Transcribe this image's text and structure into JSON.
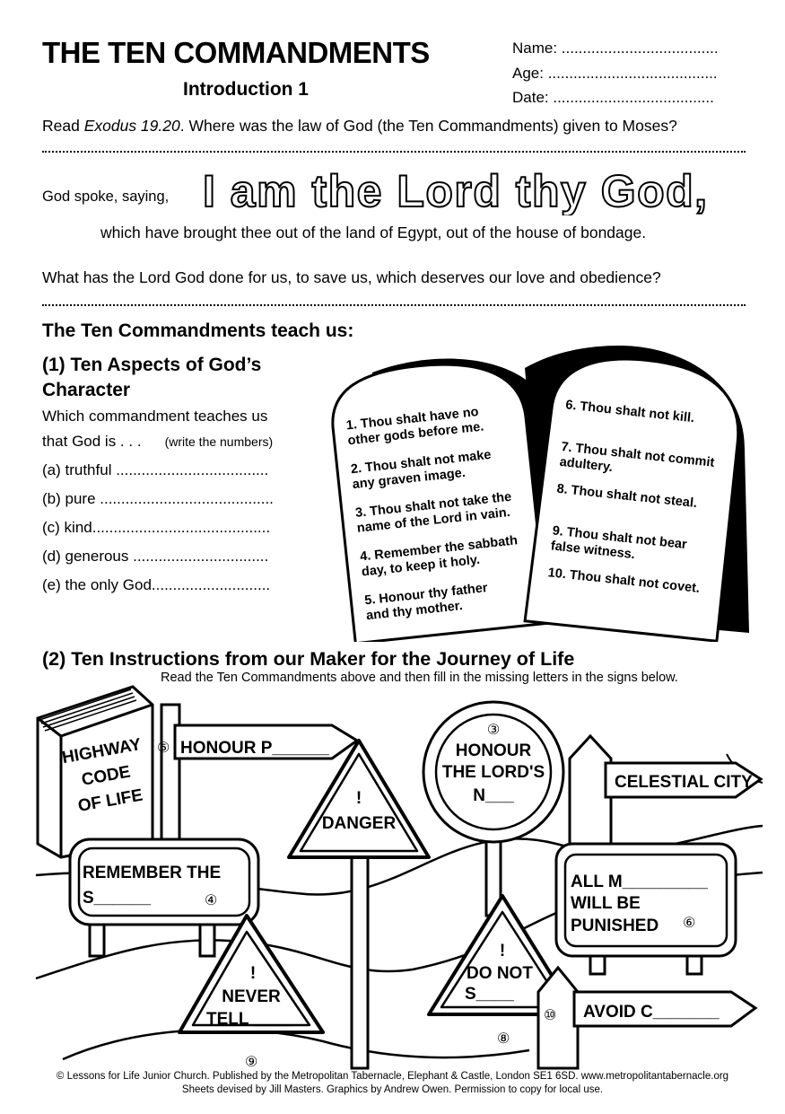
{
  "header": {
    "title": "THE TEN COMMANDMENTS",
    "subtitle": "Introduction 1",
    "name_label": "Name: .....................................",
    "age_label": "Age:  ........................................",
    "date_label": "Date:  ......................................"
  },
  "question1": {
    "prefix": "Read ",
    "reference": "Exodus 19.20",
    "rest": ". Where was the law of God (the Ten Commandments) given to Moses?"
  },
  "declaration": {
    "intro": "God spoke, saying,",
    "big": "I am the Lord thy God,",
    "continuation": "which have brought thee out of the land of Egypt, out of the house of bondage."
  },
  "question2": "What has the Lord God done for us, to save us, which deserves our love and obedience?",
  "section_heading": "The Ten Commandments teach us:",
  "part1": {
    "heading_line1": "(1) Ten Aspects of God’s",
    "heading_line2": "Character",
    "intro_line1": "Which commandment teaches us",
    "intro_line2": "that God is . . .",
    "intro_note": "(write the numbers)",
    "items": [
      "(a) truthful  ....................................",
      "(b) pure .........................................",
      "(c) kind..........................................",
      "(d) generous ................................",
      "(e) the only God............................"
    ]
  },
  "tablets": {
    "left": [
      [
        "1. Thou shalt have no",
        "other gods before me."
      ],
      [
        "2. Thou shalt not make",
        "any graven image."
      ],
      [
        "3. Thou shalt not take the",
        "name of the Lord in vain."
      ],
      [
        "4. Remember the sabbath",
        "day, to keep it holy."
      ],
      [
        "5. Honour thy father",
        "and thy mother."
      ]
    ],
    "right": [
      [
        "6. Thou shalt not kill."
      ],
      [
        "7. Thou shalt not commit",
        "adultery."
      ],
      [
        "8. Thou shalt not steal."
      ],
      [
        "9. Thou shalt not bear",
        "false witness."
      ],
      [
        "10. Thou shalt not covet."
      ]
    ]
  },
  "part2": {
    "heading": "(2) Ten Instructions from our Maker for the Journey of Life",
    "instruction": "Read the Ten Commandments above and then fill in the missing letters in the signs below."
  },
  "signs": {
    "book": [
      "HIGHWAY",
      "CODE",
      "OF LIFE"
    ],
    "honour_parents": "HONOUR P______",
    "honour_parents_num": "⑤",
    "danger": "DANGER",
    "honour_name": [
      "HONOUR",
      "THE LORD'S",
      "N___"
    ],
    "honour_name_num": "③",
    "celestial": "CELESTIAL CITY",
    "sabbath": [
      "REMEMBER THE",
      "S______"
    ],
    "sabbath_num": "④",
    "murderers": [
      "ALL M_________",
      "WILL BE",
      "PUNISHED"
    ],
    "murderers_num": "⑥",
    "never_tell": [
      "NEVER",
      "TELL ____"
    ],
    "never_tell_num": "⑨",
    "do_not": [
      "DO NOT",
      "S____"
    ],
    "do_not_num": "⑧",
    "avoid": "AVOID C_______",
    "avoid_num": "⑩",
    "exclaim": "!"
  },
  "footer": {
    "line1": "© Lessons for Life Junior Church. Published by the Metropolitan Tabernacle, Elephant & Castle, London SE1 6SD. www.metropolitantabernacle.org",
    "line2": "Sheets devised by Jill Masters. Graphics by Andrew Owen. Permission to copy for local use."
  }
}
